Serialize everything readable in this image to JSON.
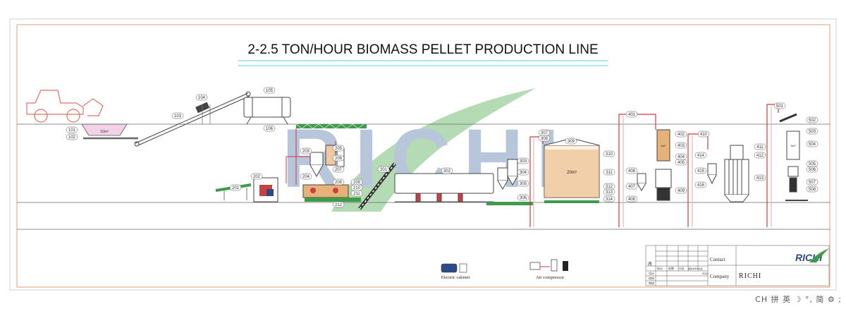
{
  "title": "2-2.5 TON/HOUR BIOMASS PELLET PRODUCTION LINE",
  "watermark": "RICHI",
  "colors": {
    "frame": "#e59a7a",
    "ink": "#333333",
    "conveyor_green": "#3f9a4a",
    "pipe_red": "#d23a3a",
    "pipe_pink": "#e8b8b8",
    "sawdust": "#e7b27a",
    "watermark_blue": "#9fb3cf",
    "watermark_green": "#9ccf9c",
    "title_underline": "#7fd3d9"
  },
  "labels": {
    "loader_hopper": "10m³",
    "silo_main": "20m³",
    "silo_small": "6m³",
    "silo_pellet": "6m³"
  },
  "tags": {
    "t101": "101",
    "t102": "102",
    "t103": "103",
    "t104": "104",
    "t105": "105",
    "t106": "106",
    "t201": "201",
    "t202": "202",
    "t203": "203",
    "t204": "204",
    "t205": "205",
    "t206": "206",
    "t207": "207",
    "t208": "208",
    "t209": "209",
    "t210": "210",
    "t211": "211",
    "t212": "212",
    "t301": "301",
    "t302": "302",
    "t303": "303",
    "t304": "304",
    "t305": "305",
    "t306": "306",
    "t307": "307",
    "t308": "308",
    "t309": "309",
    "t310": "310",
    "t311": "311",
    "t312": "312",
    "t313": "313",
    "t314": "314",
    "t401": "401",
    "t402": "402",
    "t403": "403",
    "t404": "404",
    "t405": "405",
    "t406": "406",
    "t407": "407",
    "t408": "408",
    "t409": "409",
    "t410": "410",
    "t411": "411",
    "t412": "412",
    "t413": "413",
    "t414": "414",
    "t415": "415",
    "t416": "416",
    "t501": "501",
    "t502": "502",
    "t503": "503",
    "t504": "504",
    "t505": "505",
    "t506": "506",
    "t507": "507",
    "t508": "508"
  },
  "legend": {
    "electric_cabinet": "Electric cabinet",
    "air_compressor": "Air compressor"
  },
  "titleblock": {
    "contact_label": "Contact",
    "company_label": "Company",
    "company_value": "RICHI",
    "logo": "RICHI",
    "rev_mark": "改",
    "col_headers": [
      "标记",
      "处数",
      "分区",
      "更改文件号",
      "签名",
      "年月日"
    ],
    "row_labels": [
      "设计",
      "校核",
      "审核"
    ]
  },
  "ime_bar": "CH 拼 英 ☽ °, 简 ⚙ ;"
}
